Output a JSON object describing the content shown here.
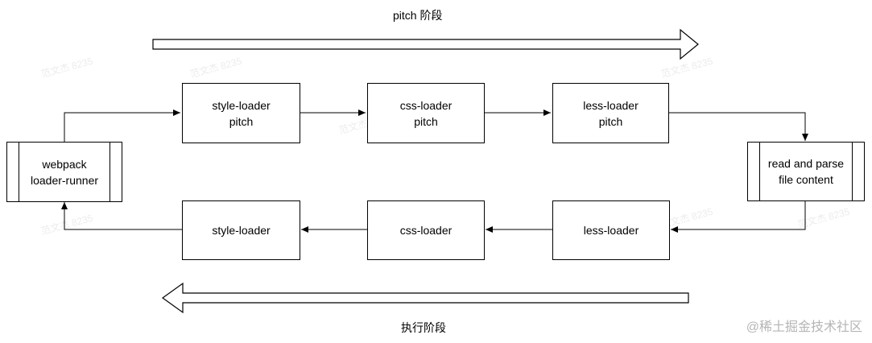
{
  "phases": {
    "top_label": "pitch 阶段",
    "bottom_label": "执行阶段"
  },
  "nodes": {
    "runner": "webpack\nloader-runner",
    "style_pitch": "style-loader\npitch",
    "css_pitch": "css-loader\npitch",
    "less_pitch": "less-loader\npitch",
    "read_parse": "read and parse\nfile content",
    "less_exec": "less-loader",
    "css_exec": "css-loader",
    "style_exec": "style-loader"
  },
  "watermark": "范文杰 8235",
  "brand": "@稀土掘金技术社区"
}
